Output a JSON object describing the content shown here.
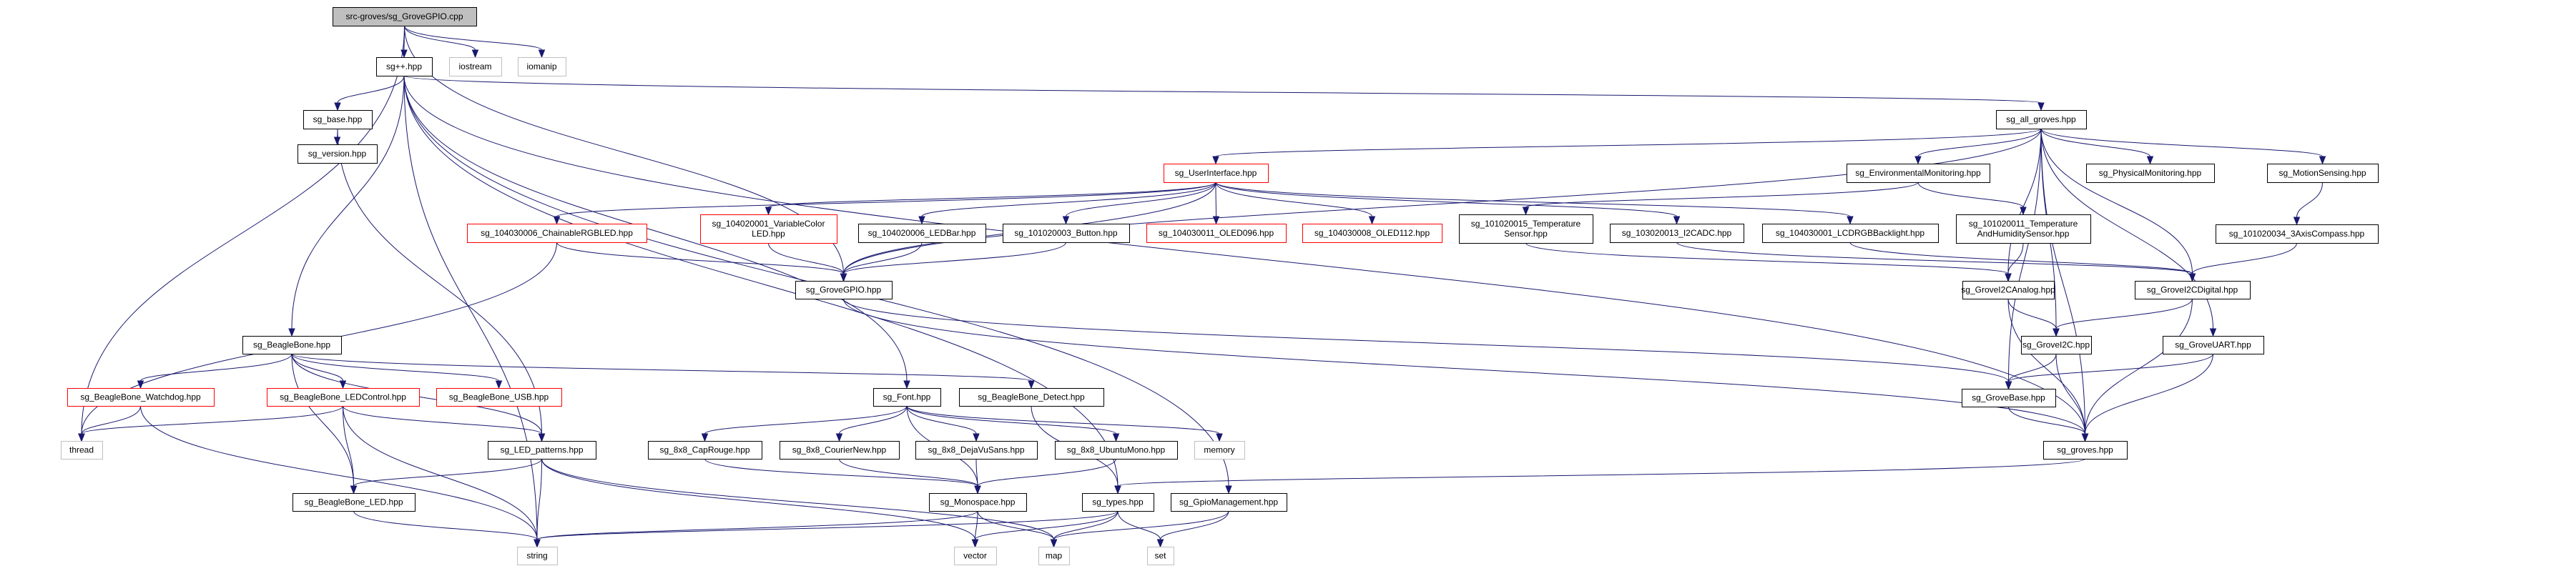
{
  "title": "src-groves/sg_GroveGPIO.cpp",
  "colors": {
    "edge": "#191970",
    "root_fill": "#bfbfbf",
    "node_border": "#000000",
    "external_border": "#bfbfbf",
    "incomplete_border": "#ff0000"
  },
  "nodes": [
    {
      "id": "root",
      "label": "src-groves/sg_GroveGPIO.cpp",
      "kind": "root"
    },
    {
      "id": "sgpp",
      "label": "sg++.hpp",
      "kind": "normal"
    },
    {
      "id": "iostream",
      "label": "iostream",
      "kind": "external"
    },
    {
      "id": "iomanip",
      "label": "iomanip",
      "kind": "external"
    },
    {
      "id": "base",
      "label": "sg_base.hpp",
      "kind": "normal"
    },
    {
      "id": "version",
      "label": "sg_version.hpp",
      "kind": "normal"
    },
    {
      "id": "allgroves",
      "label": "sg_all_groves.hpp",
      "kind": "normal"
    },
    {
      "id": "ui",
      "label": "sg_UserInterface.hpp",
      "kind": "incomplete"
    },
    {
      "id": "envmon",
      "label": "sg_EnvironmentalMonitoring.hpp",
      "kind": "normal"
    },
    {
      "id": "physmon",
      "label": "sg_PhysicalMonitoring.hpp",
      "kind": "normal"
    },
    {
      "id": "motion",
      "label": "sg_MotionSensing.hpp",
      "kind": "normal"
    },
    {
      "id": "chainrgb",
      "label": "sg_104030006_ChainableRGBLED.hpp",
      "kind": "incomplete"
    },
    {
      "id": "varled",
      "label": "sg_104020001_VariableColor\nLED.hpp",
      "kind": "incomplete"
    },
    {
      "id": "ledbar",
      "label": "sg_104020006_LEDBar.hpp",
      "kind": "normal"
    },
    {
      "id": "button",
      "label": "sg_101020003_Button.hpp",
      "kind": "normal"
    },
    {
      "id": "oled096",
      "label": "sg_104030011_OLED096.hpp",
      "kind": "incomplete"
    },
    {
      "id": "oled112",
      "label": "sg_104030008_OLED112.hpp",
      "kind": "incomplete"
    },
    {
      "id": "tempsensor",
      "label": "sg_101020015_Temperature\nSensor.hpp",
      "kind": "normal"
    },
    {
      "id": "i2cadc",
      "label": "sg_103020013_I2CADC.hpp",
      "kind": "normal"
    },
    {
      "id": "lcdrgb",
      "label": "sg_104030001_LCDRGBBacklight.hpp",
      "kind": "normal"
    },
    {
      "id": "temphum",
      "label": "sg_101020011_Temperature\nAndHumiditySensor.hpp",
      "kind": "normal"
    },
    {
      "id": "compass",
      "label": "sg_101020034_3AxisCompass.hpp",
      "kind": "normal"
    },
    {
      "id": "gpio",
      "label": "sg_GroveGPIO.hpp",
      "kind": "normal"
    },
    {
      "id": "i2canalog",
      "label": "sg_GroveI2CAnalog.hpp",
      "kind": "normal"
    },
    {
      "id": "i2cdigital",
      "label": "sg_GroveI2CDigital.hpp",
      "kind": "normal"
    },
    {
      "id": "i2c",
      "label": "sg_GroveI2C.hpp",
      "kind": "normal"
    },
    {
      "id": "uart",
      "label": "sg_GroveUART.hpp",
      "kind": "normal"
    },
    {
      "id": "grovebase",
      "label": "sg_GroveBase.hpp",
      "kind": "normal"
    },
    {
      "id": "groves",
      "label": "sg_groves.hpp",
      "kind": "normal"
    },
    {
      "id": "beaglebone",
      "label": "sg_BeagleBone.hpp",
      "kind": "normal"
    },
    {
      "id": "bbwatchdog",
      "label": "sg_BeagleBone_Watchdog.hpp",
      "kind": "incomplete"
    },
    {
      "id": "bbledcontrol",
      "label": "sg_BeagleBone_LEDControl.hpp",
      "kind": "incomplete"
    },
    {
      "id": "bbusb",
      "label": "sg_BeagleBone_USB.hpp",
      "kind": "incomplete"
    },
    {
      "id": "bbdetect",
      "label": "sg_BeagleBone_Detect.hpp",
      "kind": "normal"
    },
    {
      "id": "font",
      "label": "sg_Font.hpp",
      "kind": "normal"
    },
    {
      "id": "ledpatterns",
      "label": "sg_LED_patterns.hpp",
      "kind": "normal"
    },
    {
      "id": "bbled",
      "label": "sg_BeagleBone_LED.hpp",
      "kind": "normal"
    },
    {
      "id": "thread",
      "label": "thread",
      "kind": "external"
    },
    {
      "id": "caprouge",
      "label": "sg_8x8_CapRouge.hpp",
      "kind": "normal"
    },
    {
      "id": "couriernew",
      "label": "sg_8x8_CourierNew.hpp",
      "kind": "normal"
    },
    {
      "id": "dejavusans",
      "label": "sg_8x8_DejaVuSans.hpp",
      "kind": "normal"
    },
    {
      "id": "ubuntumono",
      "label": "sg_8x8_UbuntuMono.hpp",
      "kind": "normal"
    },
    {
      "id": "memory",
      "label": "memory",
      "kind": "external"
    },
    {
      "id": "monospace",
      "label": "sg_Monospace.hpp",
      "kind": "normal"
    },
    {
      "id": "types",
      "label": "sg_types.hpp",
      "kind": "normal"
    },
    {
      "id": "gpiomgmt",
      "label": "sg_GpioManagement.hpp",
      "kind": "normal"
    },
    {
      "id": "string",
      "label": "string",
      "kind": "external"
    },
    {
      "id": "vector",
      "label": "vector",
      "kind": "external"
    },
    {
      "id": "map",
      "label": "map",
      "kind": "external"
    },
    {
      "id": "set",
      "label": "set",
      "kind": "external"
    }
  ],
  "edges": [
    [
      "root",
      "sgpp"
    ],
    [
      "root",
      "iostream"
    ],
    [
      "root",
      "iomanip"
    ],
    [
      "root",
      "thread"
    ],
    [
      "root",
      "gpio"
    ],
    [
      "sgpp",
      "base"
    ],
    [
      "sgpp",
      "beaglebone"
    ],
    [
      "sgpp",
      "string"
    ],
    [
      "sgpp",
      "allgroves"
    ],
    [
      "sgpp",
      "groves"
    ],
    [
      "sgpp",
      "types"
    ],
    [
      "sgpp",
      "gpiomgmt"
    ],
    [
      "sgpp",
      "font"
    ],
    [
      "base",
      "version"
    ],
    [
      "base",
      "ledpatterns"
    ],
    [
      "allgroves",
      "ui"
    ],
    [
      "allgroves",
      "envmon"
    ],
    [
      "allgroves",
      "physmon"
    ],
    [
      "allgroves",
      "motion"
    ],
    [
      "allgroves",
      "gpio"
    ],
    [
      "allgroves",
      "i2canalog"
    ],
    [
      "allgroves",
      "i2cdigital"
    ],
    [
      "allgroves",
      "i2c"
    ],
    [
      "allgroves",
      "uart"
    ],
    [
      "allgroves",
      "groves"
    ],
    [
      "allgroves",
      "grovebase"
    ],
    [
      "ui",
      "chainrgb"
    ],
    [
      "ui",
      "varled"
    ],
    [
      "ui",
      "ledbar"
    ],
    [
      "ui",
      "button"
    ],
    [
      "ui",
      "oled096"
    ],
    [
      "ui",
      "oled112"
    ],
    [
      "ui",
      "i2cadc"
    ],
    [
      "ui",
      "lcdrgb"
    ],
    [
      "ui",
      "gpio"
    ],
    [
      "envmon",
      "tempsensor"
    ],
    [
      "envmon",
      "temphum"
    ],
    [
      "motion",
      "compass"
    ],
    [
      "chainrgb",
      "gpio"
    ],
    [
      "chainrgb",
      "thread"
    ],
    [
      "varled",
      "gpio"
    ],
    [
      "ledbar",
      "gpio"
    ],
    [
      "button",
      "gpio"
    ],
    [
      "tempsensor",
      "i2canalog"
    ],
    [
      "i2cadc",
      "i2cdigital"
    ],
    [
      "lcdrgb",
      "i2cdigital"
    ],
    [
      "temphum",
      "i2canalog"
    ],
    [
      "compass",
      "i2cdigital"
    ],
    [
      "gpio",
      "grovebase"
    ],
    [
      "gpio",
      "groves"
    ],
    [
      "i2canalog",
      "i2c"
    ],
    [
      "i2canalog",
      "groves"
    ],
    [
      "i2cdigital",
      "i2c"
    ],
    [
      "i2cdigital",
      "groves"
    ],
    [
      "i2c",
      "grovebase"
    ],
    [
      "i2c",
      "groves"
    ],
    [
      "uart",
      "grovebase"
    ],
    [
      "uart",
      "groves"
    ],
    [
      "grovebase",
      "groves"
    ],
    [
      "groves",
      "types"
    ],
    [
      "beaglebone",
      "bbwatchdog"
    ],
    [
      "beaglebone",
      "bbledcontrol"
    ],
    [
      "beaglebone",
      "bbusb"
    ],
    [
      "beaglebone",
      "bbdetect"
    ],
    [
      "beaglebone",
      "bbled"
    ],
    [
      "beaglebone",
      "ledpatterns"
    ],
    [
      "bbwatchdog",
      "thread"
    ],
    [
      "bbwatchdog",
      "string"
    ],
    [
      "bbledcontrol",
      "thread"
    ],
    [
      "bbledcontrol",
      "bbled"
    ],
    [
      "bbledcontrol",
      "string"
    ],
    [
      "bbledcontrol",
      "ledpatterns"
    ],
    [
      "ledpatterns",
      "bbled"
    ],
    [
      "ledpatterns",
      "string"
    ],
    [
      "ledpatterns",
      "map"
    ],
    [
      "ledpatterns",
      "vector"
    ],
    [
      "bbled",
      "string"
    ],
    [
      "bbdetect",
      "types"
    ],
    [
      "font",
      "caprouge"
    ],
    [
      "font",
      "couriernew"
    ],
    [
      "font",
      "dejavusans"
    ],
    [
      "font",
      "ubuntumono"
    ],
    [
      "font",
      "memory"
    ],
    [
      "font",
      "monospace"
    ],
    [
      "caprouge",
      "monospace"
    ],
    [
      "couriernew",
      "monospace"
    ],
    [
      "dejavusans",
      "monospace"
    ],
    [
      "ubuntumono",
      "monospace"
    ],
    [
      "monospace",
      "vector"
    ],
    [
      "monospace",
      "map"
    ],
    [
      "monospace",
      "string"
    ],
    [
      "types",
      "string"
    ],
    [
      "types",
      "vector"
    ],
    [
      "types",
      "map"
    ],
    [
      "types",
      "set"
    ],
    [
      "gpiomgmt",
      "map"
    ],
    [
      "gpiomgmt",
      "set"
    ]
  ]
}
